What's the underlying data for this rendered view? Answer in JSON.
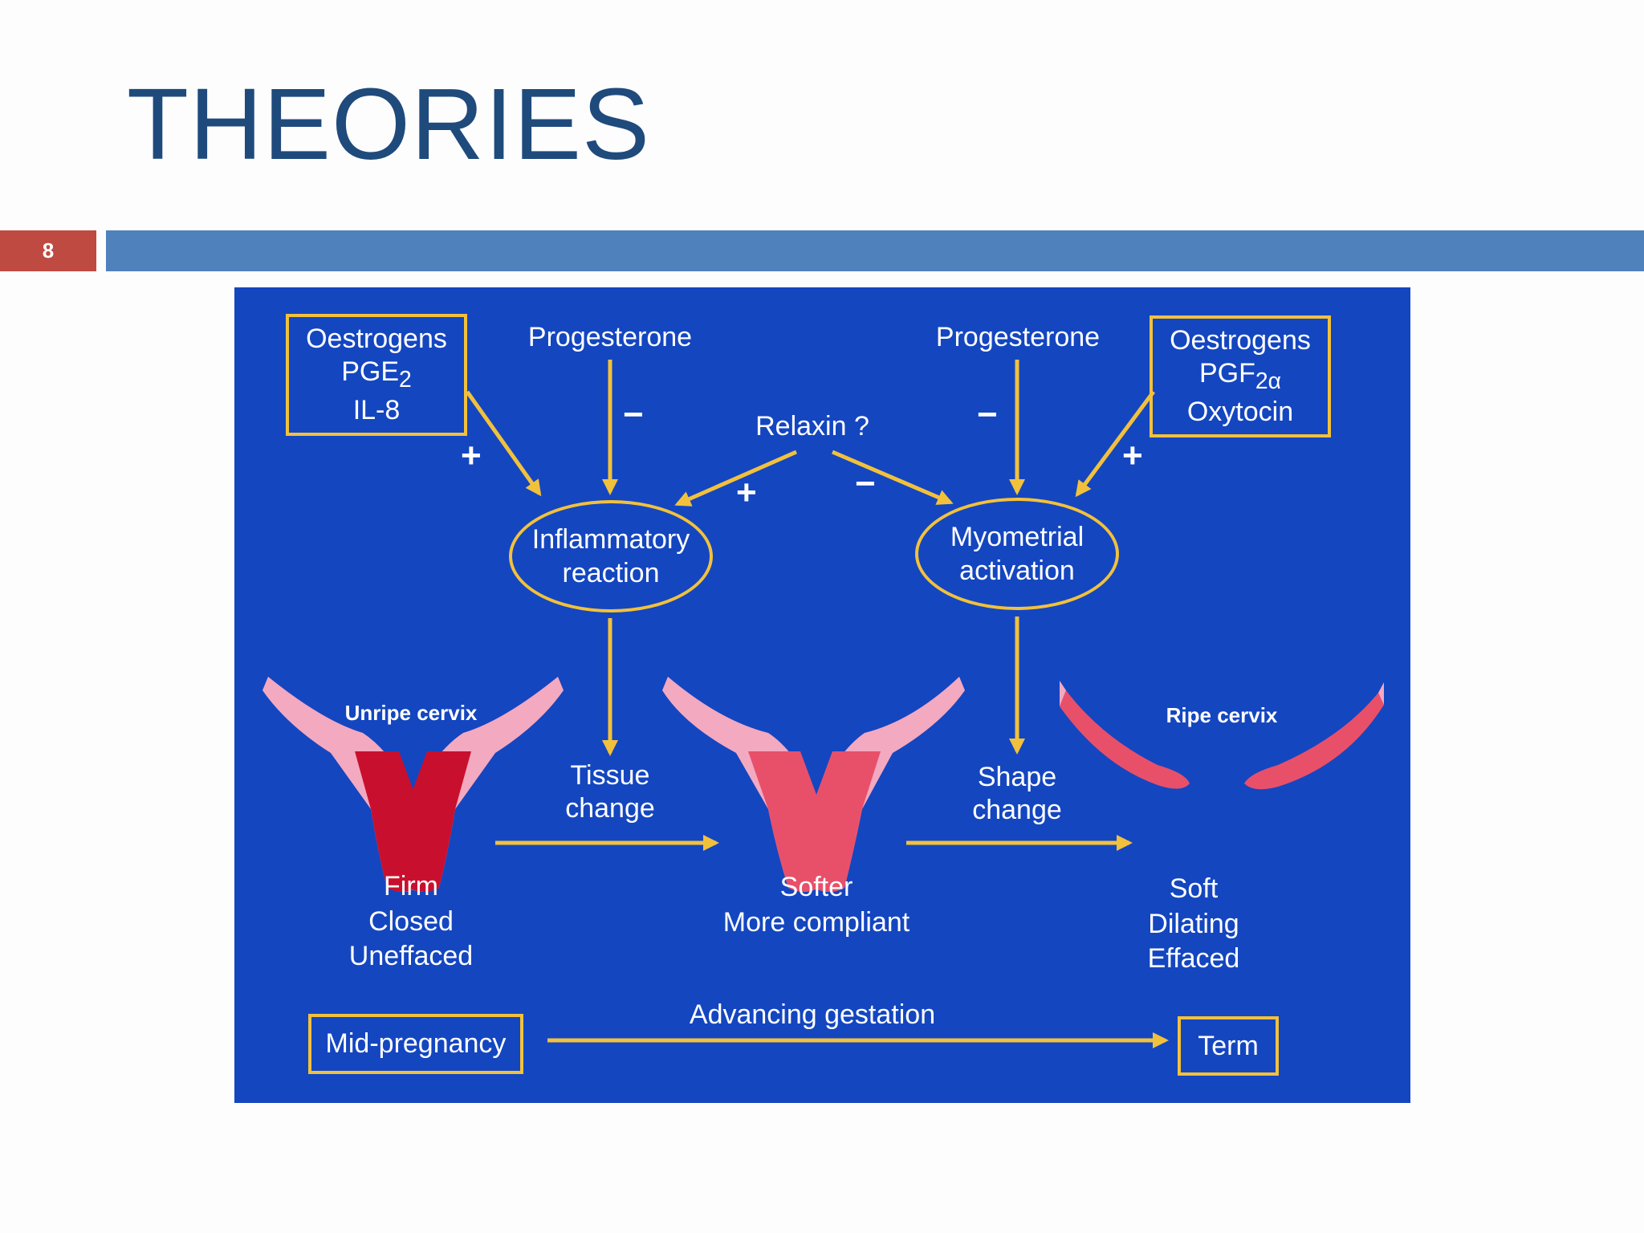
{
  "slide": {
    "title": "THEORIES",
    "number": "8"
  },
  "diagram": {
    "left_box": {
      "line1": "Oestrogens",
      "line2": "PGE",
      "line2_sub": "2",
      "line3": "IL-8"
    },
    "right_box": {
      "line1": "Oestrogens",
      "line2": "PGF",
      "line2_sub": "2α",
      "line3": "Oxytocin"
    },
    "progesterone_left": "Progesterone",
    "progesterone_right": "Progesterone",
    "relaxin": "Relaxin ?",
    "inflammatory": {
      "line1": "Inflammatory",
      "line2": "reaction"
    },
    "myometrial": {
      "line1": "Myometrial",
      "line2": "activation"
    },
    "signs": {
      "plus": "+",
      "minus": "−"
    },
    "unripe_label": "Unripe cervix",
    "ripe_label": "Ripe cervix",
    "tissue_change": {
      "line1": "Tissue",
      "line2": "change"
    },
    "shape_change": {
      "line1": "Shape",
      "line2": "change"
    },
    "state_left": {
      "line1": "Firm",
      "line2": "Closed",
      "line3": "Uneffaced"
    },
    "state_middle": {
      "line1": "Softer",
      "line2": "More compliant"
    },
    "state_right": {
      "line1": "Soft",
      "line2": "Dilating",
      "line3": "Effaced"
    },
    "mid_pregnancy": "Mid-pregnancy",
    "advancing": "Advancing gestation",
    "term": "Term",
    "colors": {
      "background": "#1446c0",
      "arrow": "#f2c13c",
      "cervix_dark": "#c8102e",
      "cervix_mid": "#e8506a",
      "cervix_light": "#f3a9c0"
    }
  }
}
